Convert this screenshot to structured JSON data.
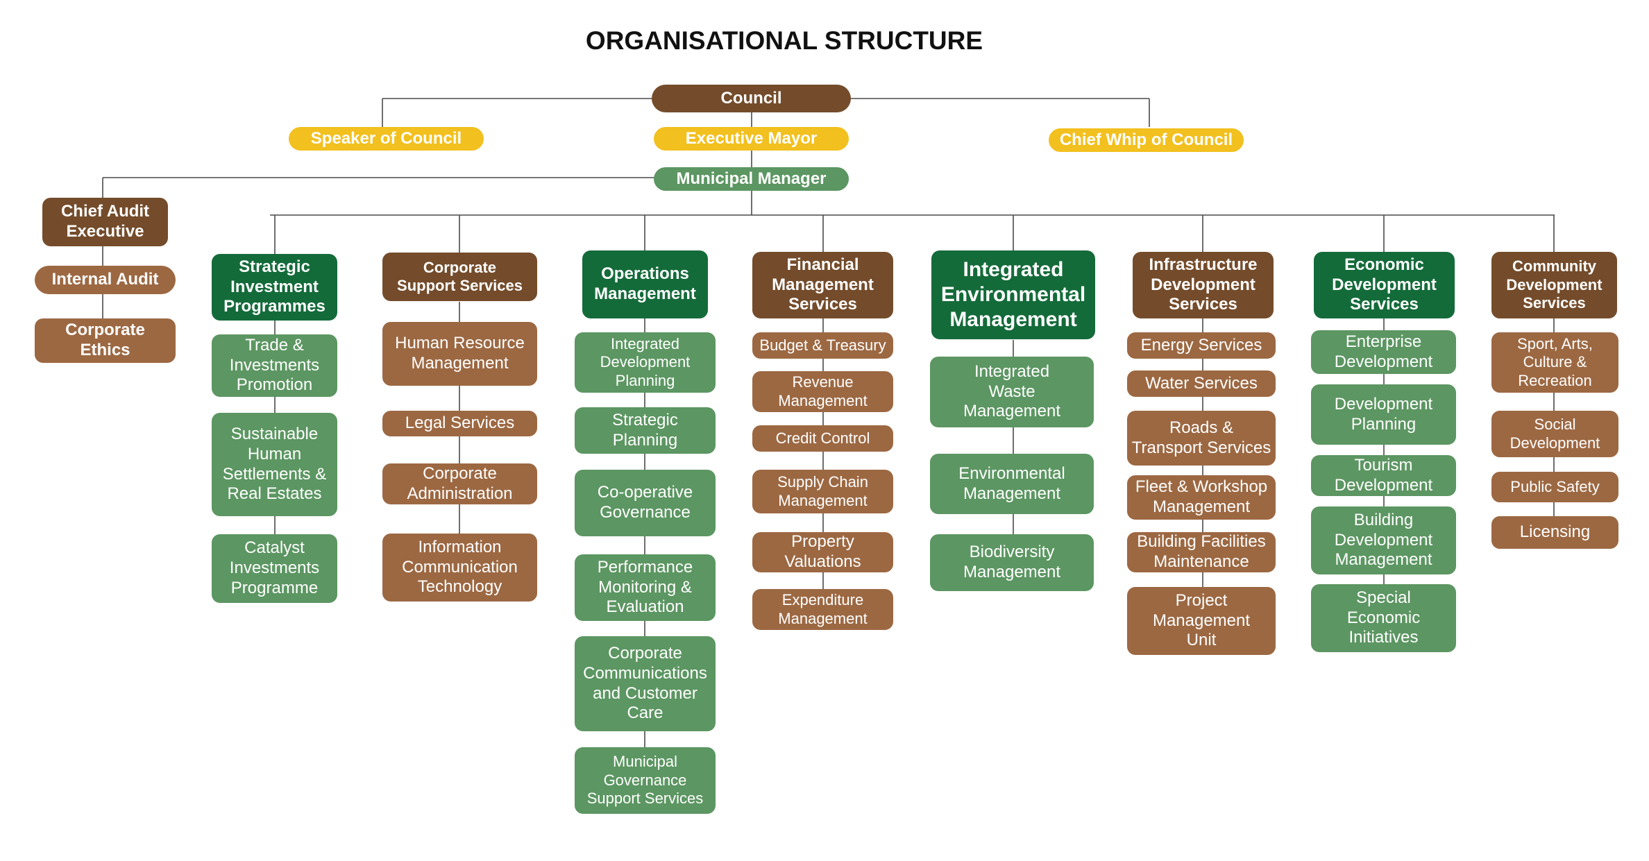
{
  "title": "ORGANISATIONAL STRUCTURE",
  "colors": {
    "head_brown": "#744c2b",
    "unit_brown": "#9c6842",
    "head_green": "#146b3a",
    "unit_green": "#5c9662",
    "political_yellow": "#f2c01f",
    "connector": "#4a4a4a"
  },
  "top": {
    "council": "Council",
    "speaker": "Speaker of Council",
    "mayor": "Executive Mayor",
    "whip": "Chief Whip of Council",
    "manager": "Municipal Manager"
  },
  "audit": {
    "head": "Chief Audit\nExecutive",
    "units": [
      "Internal Audit",
      "Corporate\nEthics"
    ]
  },
  "departments": [
    {
      "head": "Strategic\nInvestment\nProgrammes",
      "units": [
        "Trade &\nInvestments\nPromotion",
        "Sustainable\nHuman\nSettlements &\nReal Estates",
        "Catalyst\nInvestments\nProgramme"
      ]
    },
    {
      "head": "Corporate\nSupport Services",
      "units": [
        "Human Resource\nManagement",
        "Legal Services",
        "Corporate\nAdministration",
        "Information\nCommunication\nTechnology"
      ]
    },
    {
      "head": "Operations\nManagement",
      "units": [
        "Integrated\nDevelopment\nPlanning",
        "Strategic\nPlanning",
        "Co-operative\nGovernance",
        "Performance\nMonitoring &\nEvaluation",
        "Corporate\nCommunications\nand Customer\nCare",
        "Municipal\nGovernance\nSupport Services"
      ]
    },
    {
      "head": "Financial\nManagement\nServices",
      "units": [
        "Budget & Treasury",
        "Revenue\nManagement",
        "Credit Control",
        "Supply Chain\nManagement",
        "Property\nValuations",
        "Expenditure\nManagement"
      ]
    },
    {
      "head": "Integrated\nEnvironmental\nManagement",
      "units": [
        "Integrated\nWaste\nManagement",
        "Environmental\nManagement",
        "Biodiversity\nManagement"
      ]
    },
    {
      "head": "Infrastructure\nDevelopment\nServices",
      "units": [
        "Energy Services",
        "Water Services",
        "Roads &\nTransport Services",
        "Fleet & Workshop\nManagement",
        "Building Facilities\nMaintenance",
        "Project\nManagement\nUnit"
      ]
    },
    {
      "head": "Economic\nDevelopment\nServices",
      "units": [
        "Enterprise\nDevelopment",
        "Development\nPlanning",
        "Tourism\nDevelopment",
        "Building\nDevelopment\nManagement",
        "Special\nEconomic\nInitiatives"
      ]
    },
    {
      "head": "Community\nDevelopment\nServices",
      "units": [
        "Sport, Arts,\nCulture &\nRecreation",
        "Social\nDevelopment",
        "Public Safety",
        "Licensing"
      ]
    }
  ]
}
